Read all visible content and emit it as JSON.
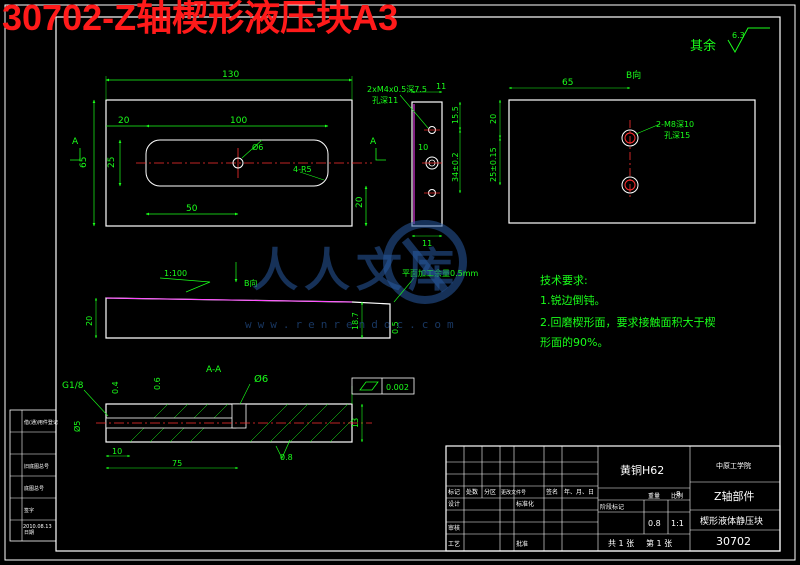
{
  "title": "30702-Z轴楔形液压块A3",
  "roughness": {
    "label": "其余",
    "value": "6.3"
  },
  "watermark": {
    "text": "人人文库",
    "url": "www.renrendoc.com"
  },
  "top_view": {
    "dim_overall_length": "130",
    "dim_slot_length": "100",
    "dim_left_offset": "20",
    "dim_height": "65",
    "dim_slot_width": "25",
    "dim_hole_pos": "50",
    "dim_right": "20",
    "hole_dia": "Ø6",
    "slot_radius": "4-R5",
    "section_mark": "A"
  },
  "side_view": {
    "thread_note": "2xM4x0.5深7.5",
    "thread_note2": "孔深11",
    "dim_top": "11",
    "dim_15_5": "15.5",
    "dim_34": "34±0.2",
    "dim_10": "10",
    "dim_bottom": "11"
  },
  "b_view": {
    "label": "B向",
    "dim_65": "65",
    "dim_20": "20",
    "dim_25": "25±0.15",
    "thread_note": "2-M8深10",
    "thread_note2": "孔深15"
  },
  "front_view": {
    "taper": "1:100",
    "b_label": "B向",
    "flatness_note": "平面加工余量0.5mm",
    "dim_20": "20",
    "dim_18_7": "18.7",
    "dim_0_5": "0.5"
  },
  "notes": {
    "heading": "技术要求:",
    "items": [
      "1.锐边倒钝。",
      "2.回磨楔形面，要求接触面积大于楔",
      "形面的90%。"
    ]
  },
  "section_view": {
    "label": "A-A",
    "dia6": "Ø6",
    "g18": "G1/8",
    "dim_0_4": "0.4",
    "dim_0_6": "0.6",
    "dim_10": "10",
    "dim_75": "75",
    "dim_13": "13",
    "dim_dia5": "Ø5",
    "roughness": "0.8",
    "flatness": "0.002"
  },
  "side_strip": [
    "借(通)用件登记",
    "",
    "旧底图总号",
    "底图总号",
    "签字",
    "日期"
  ],
  "side_date": "2010.08.13",
  "title_block": {
    "material": "黄铜H62",
    "company": "中原工学院",
    "assembly": "Z轴部件",
    "part_name": "楔形液体静压块",
    "drawing_no": "30702",
    "quantity": "8",
    "mass": "0.8",
    "scale": "1:1",
    "sheets": "共 1 张",
    "sheet_no": "第 1 张",
    "col_labels": [
      "标记",
      "处数",
      "分区",
      "更改文件号",
      "签名",
      "年、月、日"
    ],
    "row_design": "设计",
    "row_std": "标准化",
    "row_check": "审核",
    "row_process": "工艺",
    "row_approve": "批准",
    "stage_label": "阶段标记",
    "mass_label": "重量",
    "scale_label": "比例"
  },
  "colors": {
    "background": "#000000",
    "lines": "#ffffff",
    "center": "#ff3030",
    "dim": "#1aff1a",
    "hidden": "#ff40ff",
    "title": "#ff1a1a"
  }
}
